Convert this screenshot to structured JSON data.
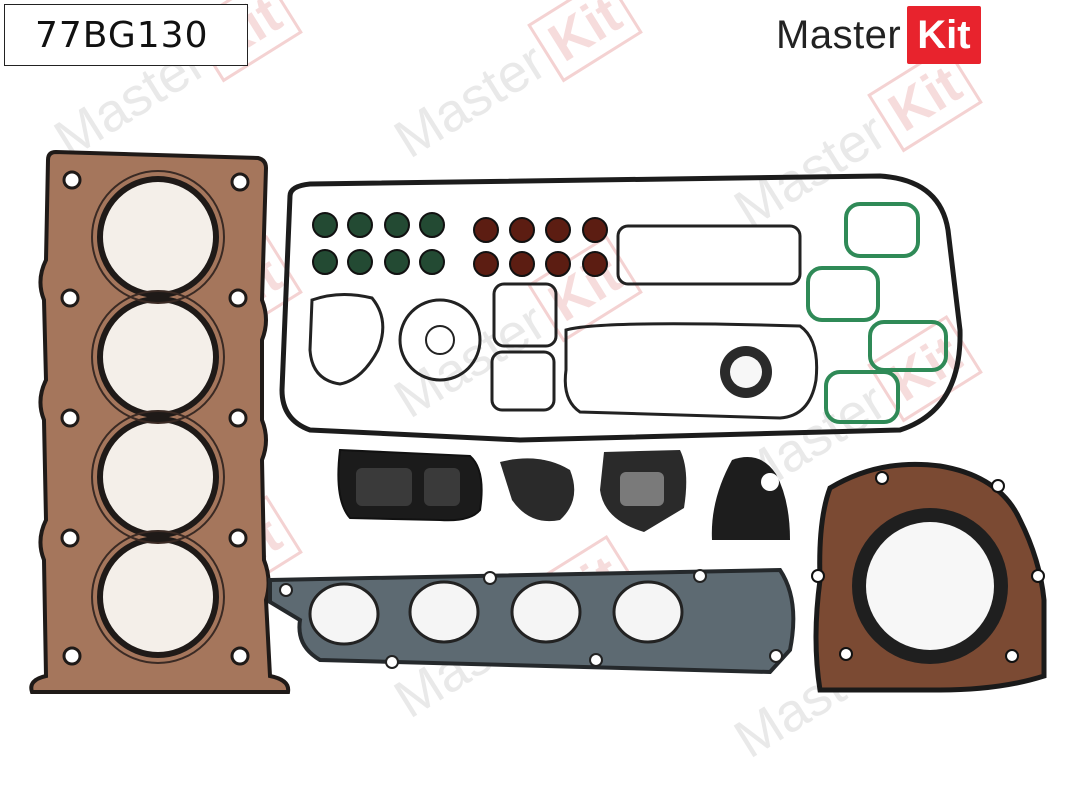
{
  "product": {
    "code": "77BG130"
  },
  "brand": {
    "name_part1": "Master",
    "name_part2": "Kit",
    "accent_color": "#e8232d"
  },
  "watermark": {
    "text_part1": "Master",
    "text_part2": "Kit"
  },
  "photo": {
    "subject": "engine-gasket-set"
  }
}
